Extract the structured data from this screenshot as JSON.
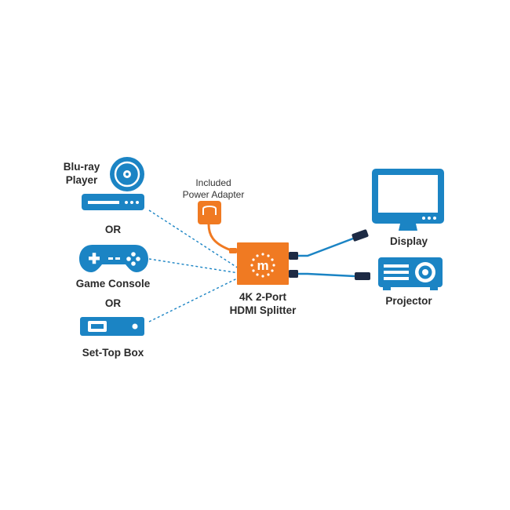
{
  "colors": {
    "device_blue": "#1b84c4",
    "splitter_orange": "#f07a22",
    "cable_dark": "#1d2a44",
    "text": "#2a2a2a"
  },
  "sources": {
    "bluray_label": "Blu-ray\nPlayer",
    "or_1": "OR",
    "game_console_label": "Game Console",
    "or_2": "OR",
    "settop_label": "Set-Top Box"
  },
  "splitter": {
    "label": "4K 2-Port\nHDMI Splitter",
    "logo_letter": "m"
  },
  "adapter": {
    "label": "Included\nPower Adapter"
  },
  "outputs": {
    "display_label": "Display",
    "projector_label": "Projector"
  },
  "icons": [
    "disc-icon",
    "media-player-icon",
    "gamepad-icon",
    "settop-box-icon",
    "power-adapter-icon",
    "monitor-icon",
    "projector-icon"
  ]
}
